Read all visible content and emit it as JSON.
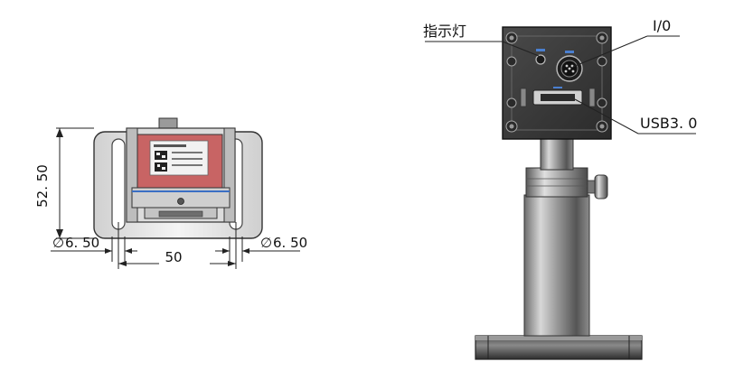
{
  "front_view": {
    "dims": {
      "height": "52. 50",
      "left_diameter": "6. 50",
      "width": "50",
      "right_diameter": "6. 50"
    },
    "diameter_symbol": "∅"
  },
  "side_view": {
    "labels": {
      "indicator": "指示灯",
      "io": "I/0",
      "usb": "USB3. 0"
    }
  },
  "colors": {
    "line": "#111111",
    "label_red": "#c86464",
    "label_white": "#f2f2f2",
    "metal_dark": "#3c3c3c",
    "metal_mid": "#8a8a8a",
    "metal_light": "#d9d9d9",
    "plate": "#ececec"
  }
}
